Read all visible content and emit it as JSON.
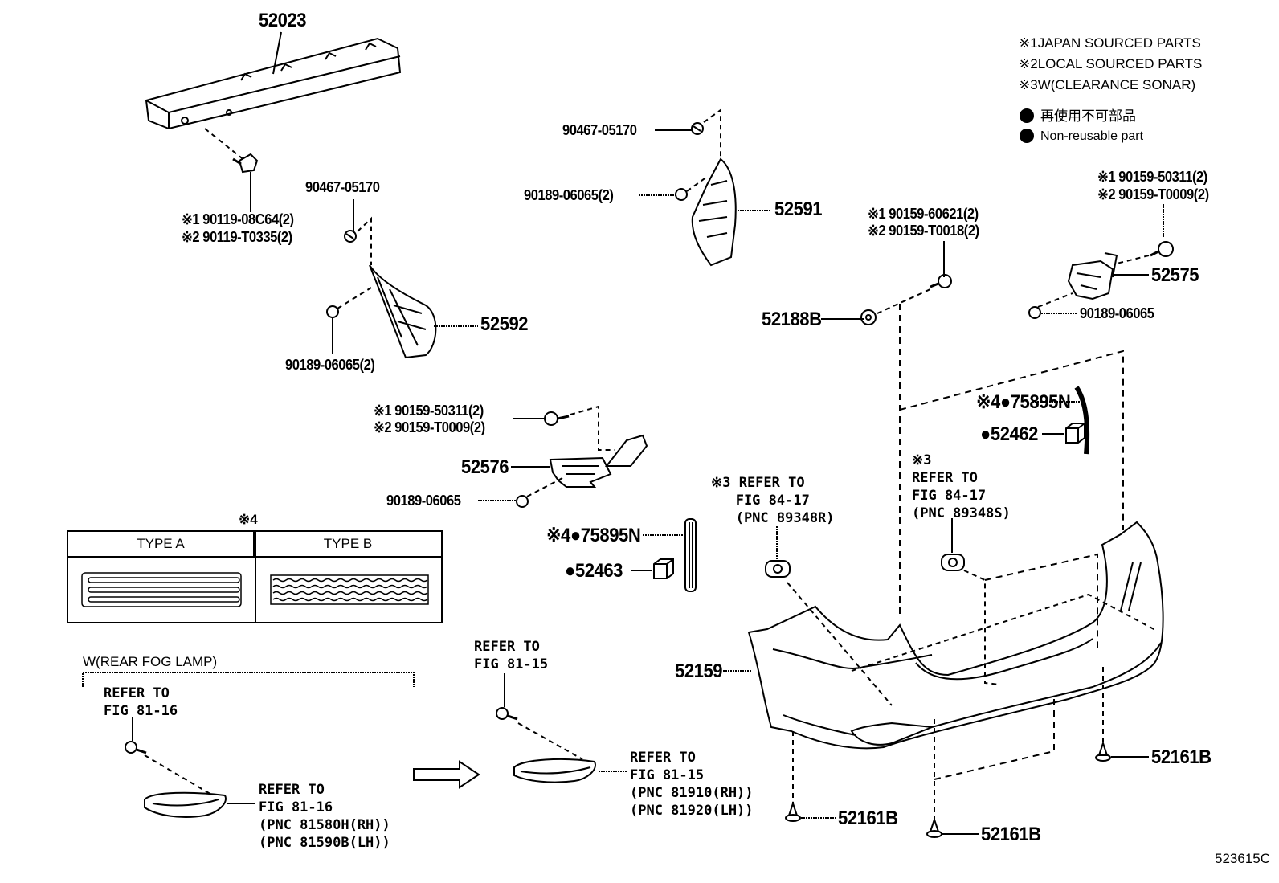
{
  "diagram": {
    "figure_code": "523615C",
    "legend": {
      "notes": [
        {
          "mark": "※1",
          "text": "JAPAN SOURCED PARTS"
        },
        {
          "mark": "※2",
          "text": "LOCAL SOURCED PARTS"
        },
        {
          "mark": "※3",
          "text": "W(CLEARANCE SONAR)"
        }
      ],
      "non_reusable_jp": "再使用不可部品",
      "non_reusable_en": "Non-reusable part",
      "bullet_symbol": "●"
    },
    "parts": {
      "p52023": "52023",
      "p90119_1": "※1 90119-08C64(2)",
      "p90119_2": "※2 90119-T0335(2)",
      "p90467_left": "90467-05170",
      "p52592": "52592",
      "p90189_left": "90189-06065(2)",
      "p90467_center": "90467-05170",
      "p90189_center": "90189-06065(2)",
      "p52591": "52591",
      "p90159_c1": "※1 90159-60621(2)",
      "p90159_c2": "※2 90159-T0018(2)",
      "p52188B": "52188B",
      "p90159_r1": "※1 90159-50311(2)",
      "p90159_r2": "※2 90159-T0009(2)",
      "p52575": "52575",
      "p90189_right": "90189-06065",
      "p90159_m1": "※1 90159-50311(2)",
      "p90159_m2": "※2 90159-T0009(2)",
      "p52576": "52576",
      "p90189_mid": "90189-06065",
      "p75895N_right": "※4●75895N",
      "p52462": "●52462",
      "p75895N_left": "※4●75895N",
      "p52463": "●52463",
      "p52159": "52159",
      "p52161B_a": "52161B",
      "p52161B_b": "52161B",
      "p52161B_c": "52161B"
    },
    "refs": {
      "sonar_left": "※3 REFER TO\n   FIG 84-17\n   (PNC 89348R)",
      "sonar_right": "※3\nREFER TO\nFIG 84-17\n(PNC 89348S)",
      "fog_bolt": "REFER TO\nFIG 81-16",
      "fog_lamp": "REFER TO\nFIG 81-16\n(PNC 81580H(RH))\n(PNC 81590B(LH))",
      "reflector_bolt": "REFER TO\nFIG 81-15",
      "reflector": "REFER TO\nFIG 81-15\n(PNC 81910(RH))\n(PNC 81920(LH))"
    },
    "variant_box": {
      "mark": "※4",
      "type_a": "TYPE A",
      "type_b": "TYPE B"
    },
    "fog_lamp_group_label": "W(REAR FOG LAMP)"
  }
}
